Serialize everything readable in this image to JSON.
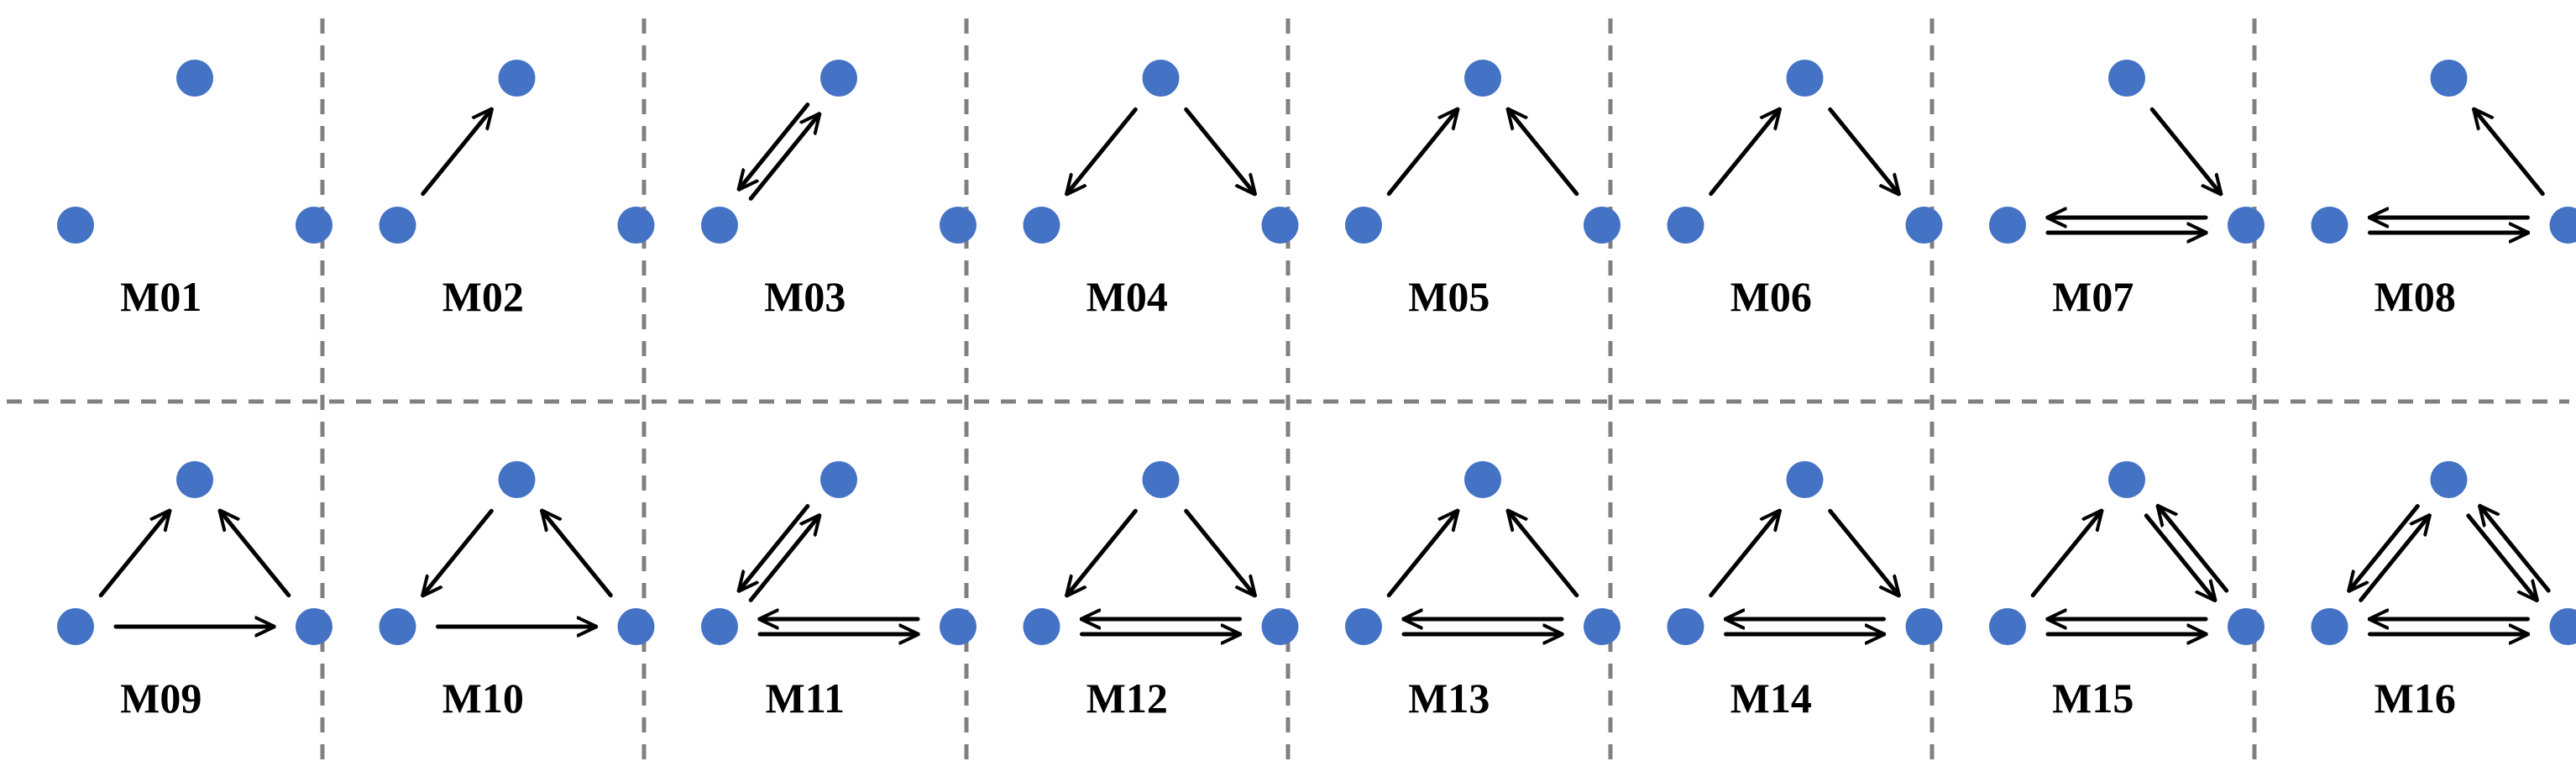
{
  "colors": {
    "node": "#4472C4",
    "edge": "#000000",
    "divider": "#808080",
    "label": "#000000",
    "background": "#FFFFFF"
  },
  "motifs": [
    {
      "label": "M01",
      "edges": []
    },
    {
      "label": "M02",
      "edges": [
        [
          "left",
          "top"
        ]
      ]
    },
    {
      "label": "M03",
      "edges": [
        [
          "left",
          "top"
        ],
        [
          "top",
          "left"
        ]
      ]
    },
    {
      "label": "M04",
      "edges": [
        [
          "top",
          "left"
        ],
        [
          "top",
          "right"
        ]
      ]
    },
    {
      "label": "M05",
      "edges": [
        [
          "left",
          "top"
        ],
        [
          "right",
          "top"
        ]
      ]
    },
    {
      "label": "M06",
      "edges": [
        [
          "left",
          "top"
        ],
        [
          "top",
          "right"
        ]
      ]
    },
    {
      "label": "M07",
      "edges": [
        [
          "top",
          "right"
        ],
        [
          "left",
          "right"
        ],
        [
          "right",
          "left"
        ]
      ]
    },
    {
      "label": "M08",
      "edges": [
        [
          "right",
          "top"
        ],
        [
          "left",
          "right"
        ],
        [
          "right",
          "left"
        ]
      ]
    },
    {
      "label": "M09",
      "edges": [
        [
          "left",
          "top"
        ],
        [
          "right",
          "top"
        ],
        [
          "left",
          "right"
        ]
      ]
    },
    {
      "label": "M10",
      "edges": [
        [
          "top",
          "left"
        ],
        [
          "right",
          "top"
        ],
        [
          "left",
          "right"
        ]
      ]
    },
    {
      "label": "M11",
      "edges": [
        [
          "left",
          "top"
        ],
        [
          "top",
          "left"
        ],
        [
          "left",
          "right"
        ],
        [
          "right",
          "left"
        ]
      ]
    },
    {
      "label": "M12",
      "edges": [
        [
          "top",
          "left"
        ],
        [
          "top",
          "right"
        ],
        [
          "left",
          "right"
        ],
        [
          "right",
          "left"
        ]
      ]
    },
    {
      "label": "M13",
      "edges": [
        [
          "left",
          "top"
        ],
        [
          "right",
          "top"
        ],
        [
          "left",
          "right"
        ],
        [
          "right",
          "left"
        ]
      ]
    },
    {
      "label": "M14",
      "edges": [
        [
          "left",
          "top"
        ],
        [
          "top",
          "right"
        ],
        [
          "left",
          "right"
        ],
        [
          "right",
          "left"
        ]
      ]
    },
    {
      "label": "M15",
      "edges": [
        [
          "left",
          "top"
        ],
        [
          "top",
          "right"
        ],
        [
          "right",
          "top"
        ],
        [
          "left",
          "right"
        ],
        [
          "right",
          "left"
        ]
      ]
    },
    {
      "label": "M16",
      "edges": [
        [
          "left",
          "top"
        ],
        [
          "top",
          "left"
        ],
        [
          "top",
          "right"
        ],
        [
          "right",
          "top"
        ],
        [
          "left",
          "right"
        ],
        [
          "right",
          "left"
        ]
      ]
    }
  ]
}
